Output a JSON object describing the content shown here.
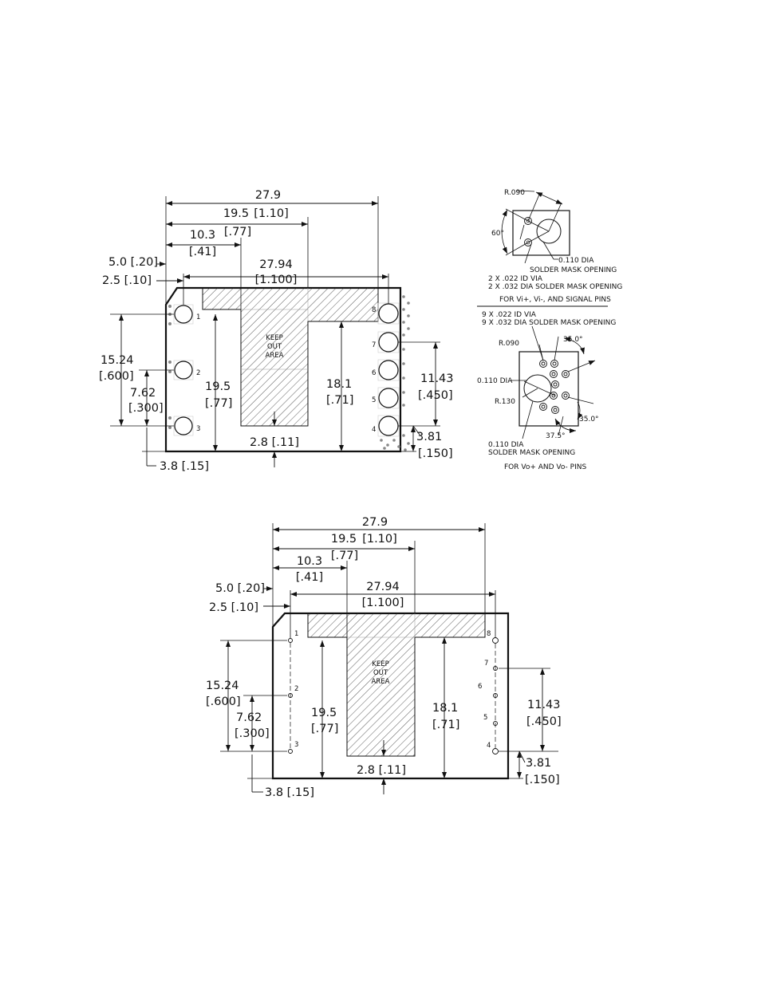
{
  "dimensions": {
    "overall_width": "27.9",
    "overall_width_in": "[1.10]",
    "keepout_width": "19.5",
    "keepout_width_in": "[.77]",
    "keepout_offset": "10.3",
    "keepout_offset_in": "[.41]",
    "pin_offset_x": "5.0 [.20]",
    "pin_offset_x2": "2.5 [.10]",
    "pin_span": "27.94",
    "pin_span_in": "[1.100]",
    "pin1_to_pin3": "15.24",
    "pin1_to_pin3_in": "[.600]",
    "pin2_to_pin3": "7.62",
    "pin2_to_pin3_in": "[.300]",
    "keepout_height": "19.5",
    "keepout_height_in": "[.77]",
    "right_keepout_height": "18.1",
    "right_keepout_height_in": "[.71]",
    "pin7_to_pin4": "11.43",
    "pin7_to_pin4_in": "[.450]",
    "pin4_to_edge": "3.81",
    "pin4_to_edge_in": "[.150]",
    "keepout_bottom_gap": "2.8 [.11]",
    "pin3_to_edge": "3.8 [.15]"
  },
  "keepout": [
    "KEEP",
    "OUT",
    "AREA"
  ],
  "pins": [
    "1",
    "2",
    "3",
    "4",
    "5",
    "6",
    "7",
    "8"
  ],
  "detail_signal": {
    "radius": "R.090",
    "angle": "60°",
    "dia": "0.110 DIA",
    "mask": "SOLDER MASK OPENING",
    "via": "2 X .022 ID VIA",
    "via_mask": "2 X .032 DIA SOLDER MASK OPENING",
    "caption": "FOR Vi+, Vi-, AND SIGNAL PINS"
  },
  "detail_power": {
    "via": "9 X .022 ID VIA",
    "via_mask": "9 X .032 DIA SOLDER MASK OPENING",
    "radius": "R.090",
    "angle_top": "35.0°",
    "dia_left": "0.110 DIA",
    "radius2": "R.130",
    "angle_right": "35.0°",
    "angle_bottom": "37.5°",
    "dia_bottom": "0.110 DIA",
    "mask": "SOLDER MASK OPENING",
    "caption": "FOR Vo+ AND Vo- PINS"
  }
}
